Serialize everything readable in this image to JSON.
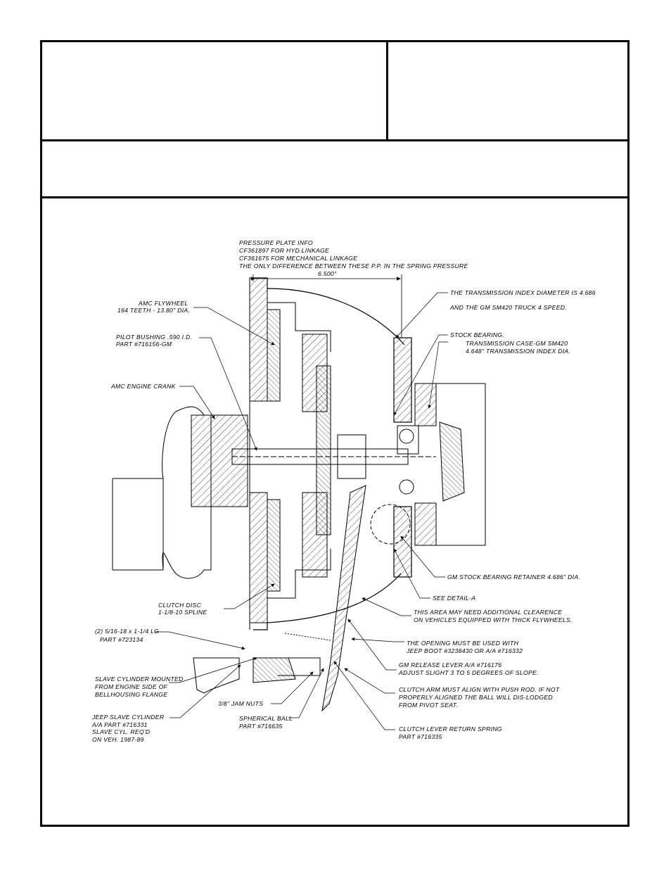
{
  "labels": {
    "pressure_plate": "PRESSURE PLATE INFO",
    "cf_hyd": "CF361897 FOR HYD.LINKAGE",
    "cf_mech": "CF361675 FOR MECHANICAL LINKAGE",
    "only_diff": "THE ONLY DIFFERENCE BETWEEN THESE P.P. IN THE SPRING PRESSURE",
    "dim": "6.500\"",
    "flywheel_1": "AMC FLYWHEEL",
    "flywheel_2": "164 TEETH - 13.80\" DIA.",
    "pilot_1": "PILOT BUSHING .590 I.D.",
    "pilot_2": "PART #716156-GM",
    "crank": "AMC ENGINE CRANK",
    "index_1": "THE TRANSMISSION INDEX DIAMETER IS 4.686",
    "index_2": "AND THE GM SM420 TRUCK 4 SPEED.",
    "stock_bearing": "STOCK BEARING.",
    "case_1": "TRANSMISSION CASE-GM SM420",
    "case_2": "4.648\" TRANSMISSION INDEX DIA.",
    "retainer": "GM STOCK BEARING RETAINER 4.686\" DIA.",
    "detail": "SEE DETAIL-A",
    "clear_1": "THIS AREA MAY NEED ADDITIONAL CLEARENCE",
    "clear_2": "ON VEHICLES EQUIPPED WITH THICK FLYWHEELS.",
    "disc_1": "CLUTCH DISC",
    "disc_2": "1-1/8-10 SPLINE",
    "bolt_1": "(2) 5/16-18 x 1-1/4 LG",
    "bolt_2": "PART #723134",
    "opening_1": "THE OPENING MUST BE USED WITH",
    "opening_2": "JEEP BOOT #3238430 OR A/A #716332",
    "release_1": "GM RELEASE LEVER A/A #716176",
    "release_2": "ADJUST SLIGHT 3 TO 5 DEGREES OF SLOPE.",
    "slave_1": "SLAVE CYLINDER MOUNTED",
    "slave_2": "FROM ENGINE SIDE OF",
    "slave_3": "BELLHOUSING FLANGE",
    "jam": "3/8\" JAM NUTS",
    "arm_1": "CLUTCH ARM MUST ALIGN WITH PUSH ROD, IF NOT",
    "arm_2": "PROPERLY ALIGNED THE BALL WILL DIS-LODGED",
    "arm_3": "FROM PIVOT SEAT.",
    "jeep_1": "JEEP SLAVE CYLINDER",
    "jeep_2": "A/A PART #716331",
    "jeep_3": "SLAVE CYL. REQ'D",
    "jeep_4": "ON VEH. 1987-89",
    "ball_1": "SPHERICAL BALL",
    "ball_2": "PART #716635",
    "spring_1": "CLUTCH LEVER RETURN SPRING",
    "spring_2": "PART #716335"
  }
}
